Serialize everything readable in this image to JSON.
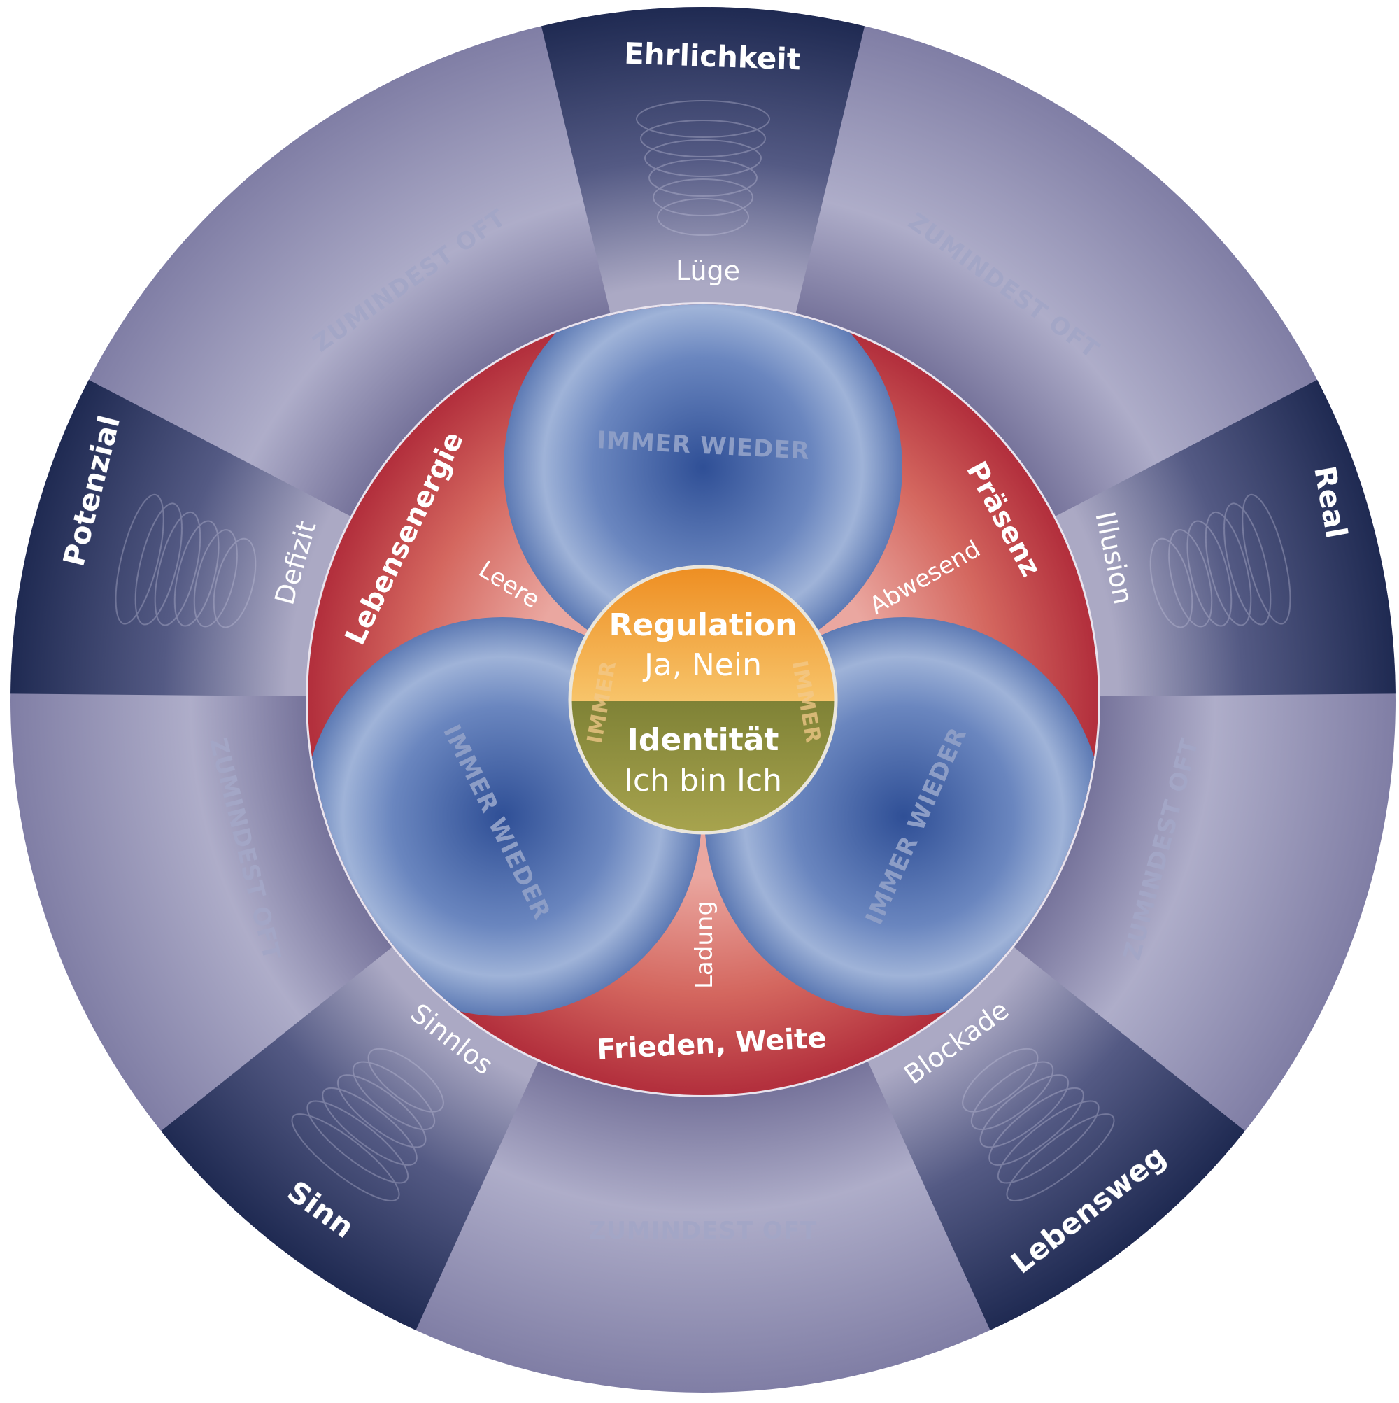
{
  "center": {
    "top_title": "Regulation",
    "top_sub": "Ja, Nein",
    "bottom_title": "Identität",
    "bottom_sub": "Ich bin Ich",
    "side_label_left": "IMMER",
    "side_label_right": "IMMER"
  },
  "middle_ring": {
    "segments": [
      {
        "title": "Lebensenergie",
        "sub": "Leere"
      },
      {
        "title": "Präsenz",
        "sub": "Abwesend"
      },
      {
        "title": "Frieden, Weite",
        "sub": "Ladung"
      }
    ],
    "lobe_label": "IMMER WIEDER"
  },
  "outer_ring": {
    "sectors": [
      {
        "title": "Ehrlichkeit",
        "sub": "Lüge"
      },
      {
        "title": "Real",
        "sub": "Illusion"
      },
      {
        "title": "Lebensweg",
        "sub": "Blockade"
      },
      {
        "title": "Sinn",
        "sub": "Sinnlos"
      },
      {
        "title": "Potenzial",
        "sub": "Defizit"
      }
    ],
    "band_label": "ZUMINDEST OFT"
  },
  "colors": {
    "outer_light": "#a6a5c4",
    "outer_dark": "#26315a",
    "middle_red": "#c4404a",
    "lobe_blue": "#5672ad",
    "center_orange": "#f0a031",
    "center_olive": "#8f8f3a"
  }
}
